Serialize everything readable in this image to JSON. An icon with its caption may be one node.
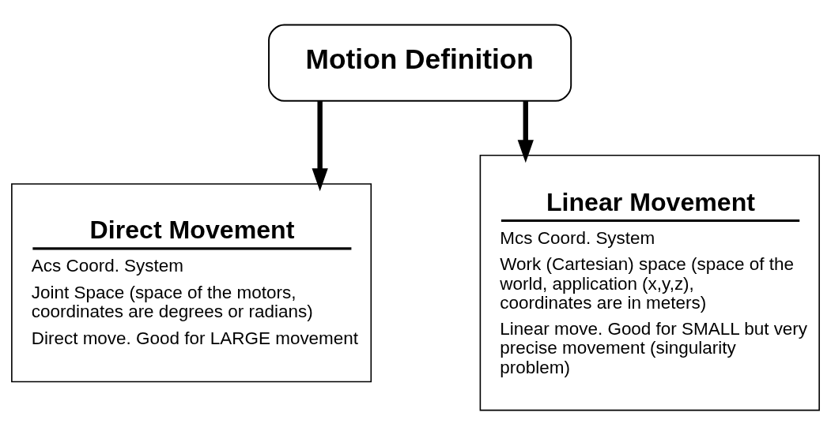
{
  "diagram": {
    "nodes": [
      {
        "text": [
          "Motion Definition"
        ]
      },
      {
        "text": [
          "Direct Movement",
          "Acs Coord. System",
          "Joint Space (space of the motors, coordinates are degrees or radians)",
          "Direct move. Good for LARGE movement"
        ]
      },
      {
        "text": [
          "Linear Movement",
          "Mcs Coord. System",
          "Work (Cartesian) space (space of the world, application (x,y,z), coordinates are in meters)",
          "Linear move. Good for SMALL but very precise movement (singularity problem)"
        ]
      }
    ],
    "edges": [
      {
        "from": 0,
        "to": 1,
        "arrow": "to"
      },
      {
        "from": 0,
        "to": 2,
        "arrow": "to"
      }
    ]
  }
}
